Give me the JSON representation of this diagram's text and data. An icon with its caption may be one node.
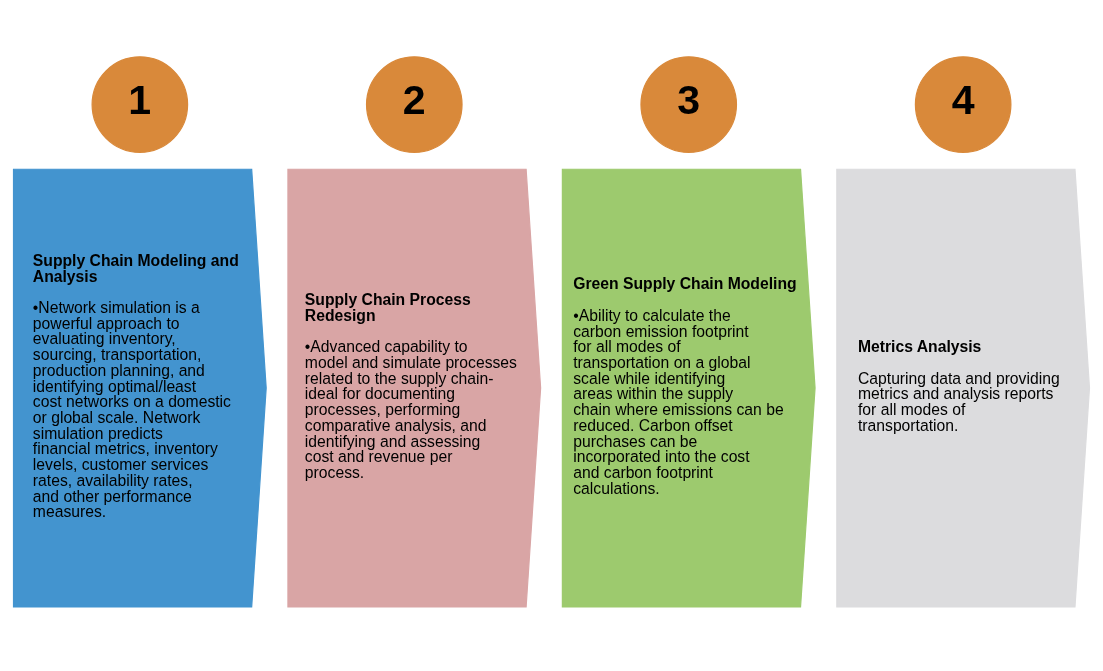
{
  "diagram": {
    "nodes": [
      {
        "text": [
          "1"
        ]
      },
      {
        "text": [
          "Supply Chain Modeling and Analysis",
          "•Network simulation is a powerful approach to evaluating inventory, sourcing, transportation, production planning, and identifying optimal/least cost networks on a domestic or global scale. Network simulation predicts financial metrics, inventory levels, customer services rates, availability rates, and other performance measures."
        ]
      },
      {
        "text": [
          "2"
        ]
      },
      {
        "text": [
          "Supply Chain Process Redesign",
          "•Advanced capability to model and simulate processes related to the supply chain- ideal for documenting processes, performing comparative analysis, and identifying and assessing cost and revenue per process."
        ]
      },
      {
        "text": [
          "3"
        ]
      },
      {
        "text": [
          "Green Supply Chain Modeling",
          "•Ability to calculate the carbon emission footprint for all modes of transportation on a global scale while identifying areas within the supply chain where emissions can be reduced. Carbon offset purchases can be incorporated into the cost and carbon footprint calculations."
        ]
      },
      {
        "text": [
          "4"
        ]
      },
      {
        "text": [
          "Metrics Analysis",
          "Capturing data and providing metrics and analysis reports for all modes of transportation."
        ]
      }
    ],
    "edges": []
  }
}
